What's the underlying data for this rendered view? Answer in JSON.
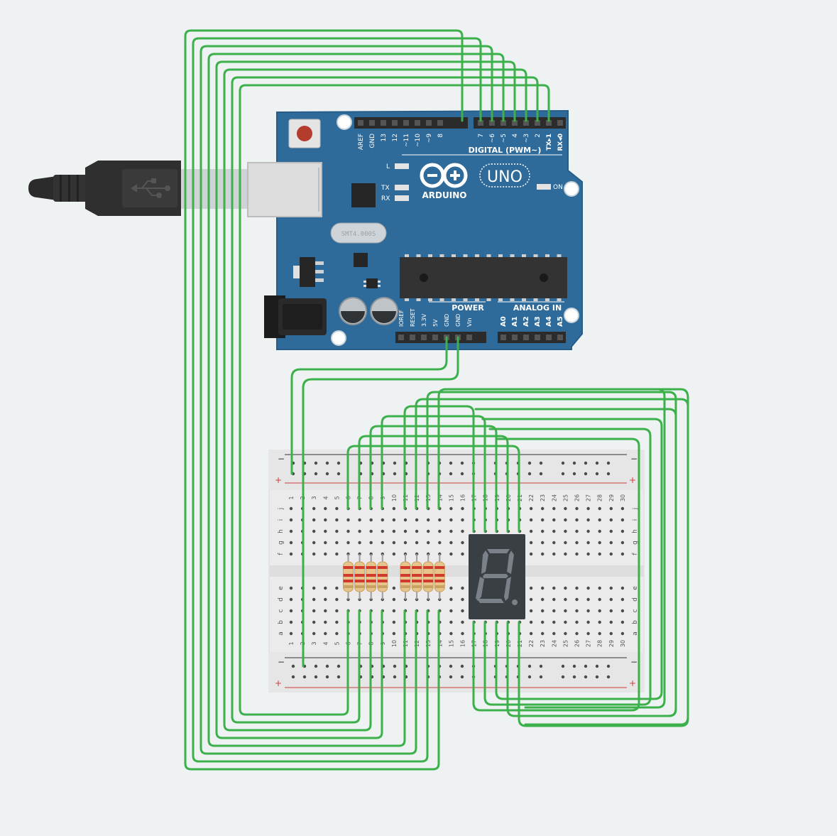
{
  "colors": {
    "background": "#eef2f3",
    "wire": "#3cb04a",
    "board": "#2f6b9a",
    "board_edge": "#285d88",
    "breadboard": "#ebebeb",
    "rail_red": "#d23c3c",
    "rail_black": "#333333",
    "resistor_body": "#e7c489",
    "display_body": "#3a3f44",
    "display_segment": "#7a8188"
  },
  "arduino": {
    "brand": "ARDUINO",
    "model": "UNO",
    "digital_header_label": "DIGITAL (PWM~)",
    "power_header_label": "POWER",
    "analog_header_label": "ANALOG IN",
    "led_l": "L",
    "led_tx": "TX",
    "led_rx": "RX",
    "led_on": "ON",
    "crystal_marking": "SMT4.000S",
    "digital_pins_left": [
      "AREF",
      "GND",
      "13",
      "12",
      "~11",
      "~10",
      "~9",
      "8"
    ],
    "digital_pins_right": [
      "7",
      "~6",
      "~5",
      "4",
      "~3",
      "2",
      "TX▸1",
      "RX◂0"
    ],
    "power_pins": [
      "IOREF",
      "RESET",
      "3.3V",
      "5V",
      "GND",
      "GND",
      "Vin"
    ],
    "analog_pins": [
      "A0",
      "A1",
      "A2",
      "A3",
      "A4",
      "A5"
    ],
    "usb_icon": "usb-icon",
    "logo_icon": "infinity-logo-icon"
  },
  "breadboard": {
    "rail_minus": "−",
    "rail_plus": "+",
    "column_numbers": [
      "1",
      "2",
      "3",
      "4",
      "5",
      "6",
      "7",
      "8",
      "9",
      "10",
      "11",
      "12",
      "13",
      "14",
      "15",
      "16",
      "17",
      "18",
      "19",
      "20",
      "21",
      "22",
      "23",
      "24",
      "25",
      "26",
      "27",
      "28",
      "29",
      "30"
    ],
    "rows_top": [
      "j",
      "i",
      "h",
      "g",
      "f"
    ],
    "rows_bottom": [
      "e",
      "d",
      "c",
      "b",
      "a"
    ]
  },
  "components": {
    "resistor_count": 8,
    "seven_segment_display": "7-segment-display"
  }
}
